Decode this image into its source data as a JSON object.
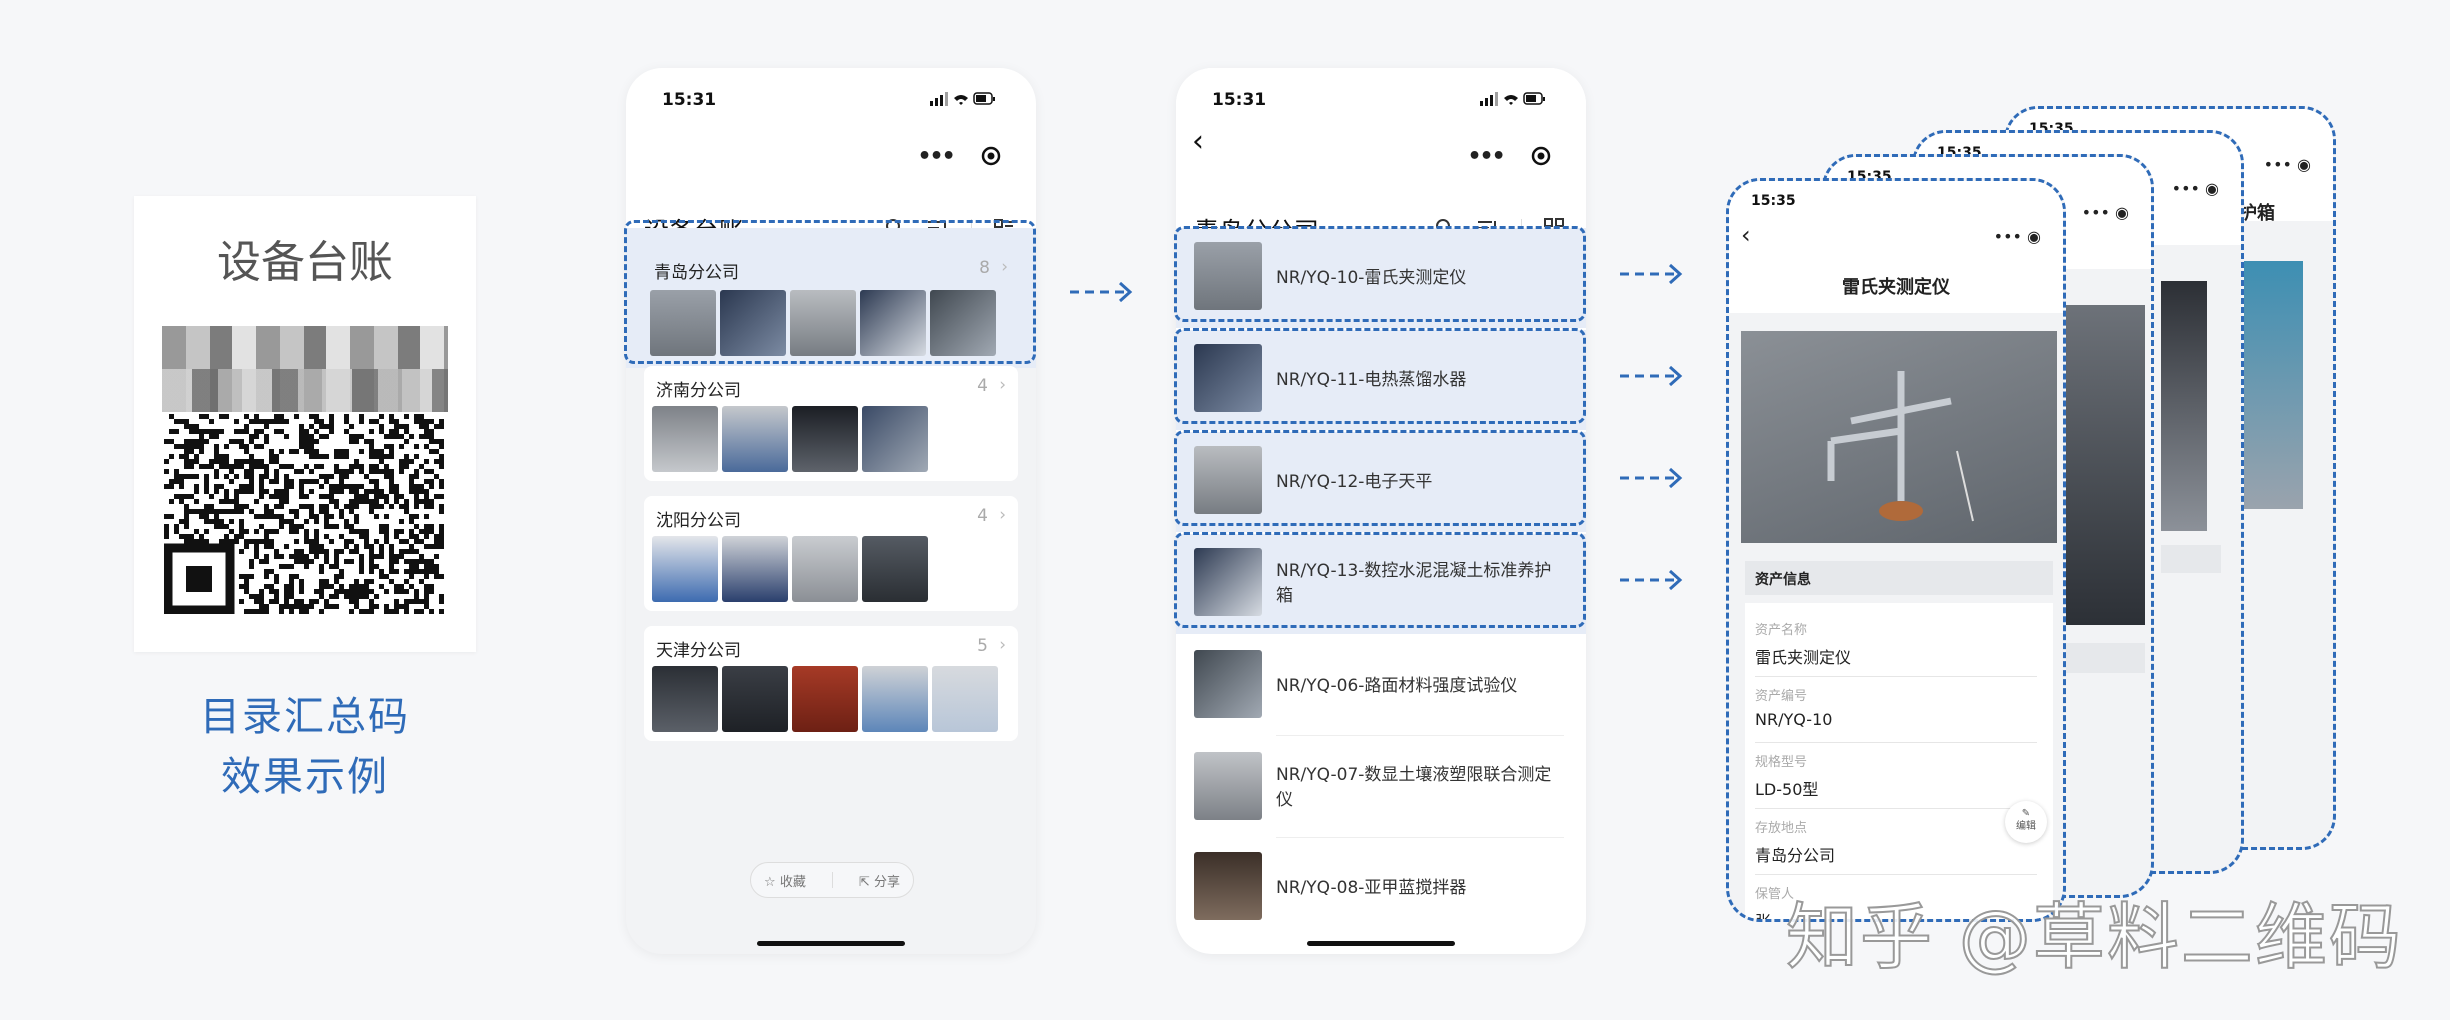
{
  "qr_card": {
    "title": "设备台账",
    "caption_line1": "目录汇总码",
    "caption_line2": "效果示例"
  },
  "status_bar": {
    "time": "15:31",
    "time_small": "15:35"
  },
  "catalog_screen": {
    "title": "设备台账",
    "groups": [
      {
        "name": "青岛分公司",
        "count": "8"
      },
      {
        "name": "济南分公司",
        "count": "4"
      },
      {
        "name": "沈阳分公司",
        "count": "4"
      },
      {
        "name": "天津分公司",
        "count": "5"
      }
    ],
    "footer": {
      "favorite_label": "收藏",
      "share_label": "分享"
    }
  },
  "list_screen": {
    "title": "青岛分公司",
    "items": [
      {
        "label": "NR/YQ-10-雷氏夹测定仪"
      },
      {
        "label": "NR/YQ-11-电热蒸馏水器"
      },
      {
        "label": "NR/YQ-12-电子天平"
      },
      {
        "label": "NR/YQ-13-数控水泥混凝土标准养护箱"
      },
      {
        "label": "NR/YQ-06-路面材料强度试验仪"
      },
      {
        "label": "NR/YQ-07-数显土壤液塑限联合测定仪"
      },
      {
        "label": "NR/YQ-08-亚甲蓝搅拌器"
      }
    ]
  },
  "detail_screen": {
    "title": "雷氏夹测定仪",
    "section_title": "资产信息",
    "fields": [
      {
        "label": "资产名称",
        "value": "雷氏夹测定仪"
      },
      {
        "label": "资产编号",
        "value": "NR/YQ-10"
      },
      {
        "label": "规格型号",
        "value": "LD-50型"
      },
      {
        "label": "存放地点",
        "value": "青岛分公司"
      },
      {
        "label": "保管人",
        "value": "张一"
      }
    ],
    "edit_label": "编辑",
    "back_card_title_fragment": "护箱"
  },
  "watermark": "知乎 @草料二维码",
  "colors": {
    "accent": "#2f6bb8",
    "highlight": "#e6ecf7"
  }
}
